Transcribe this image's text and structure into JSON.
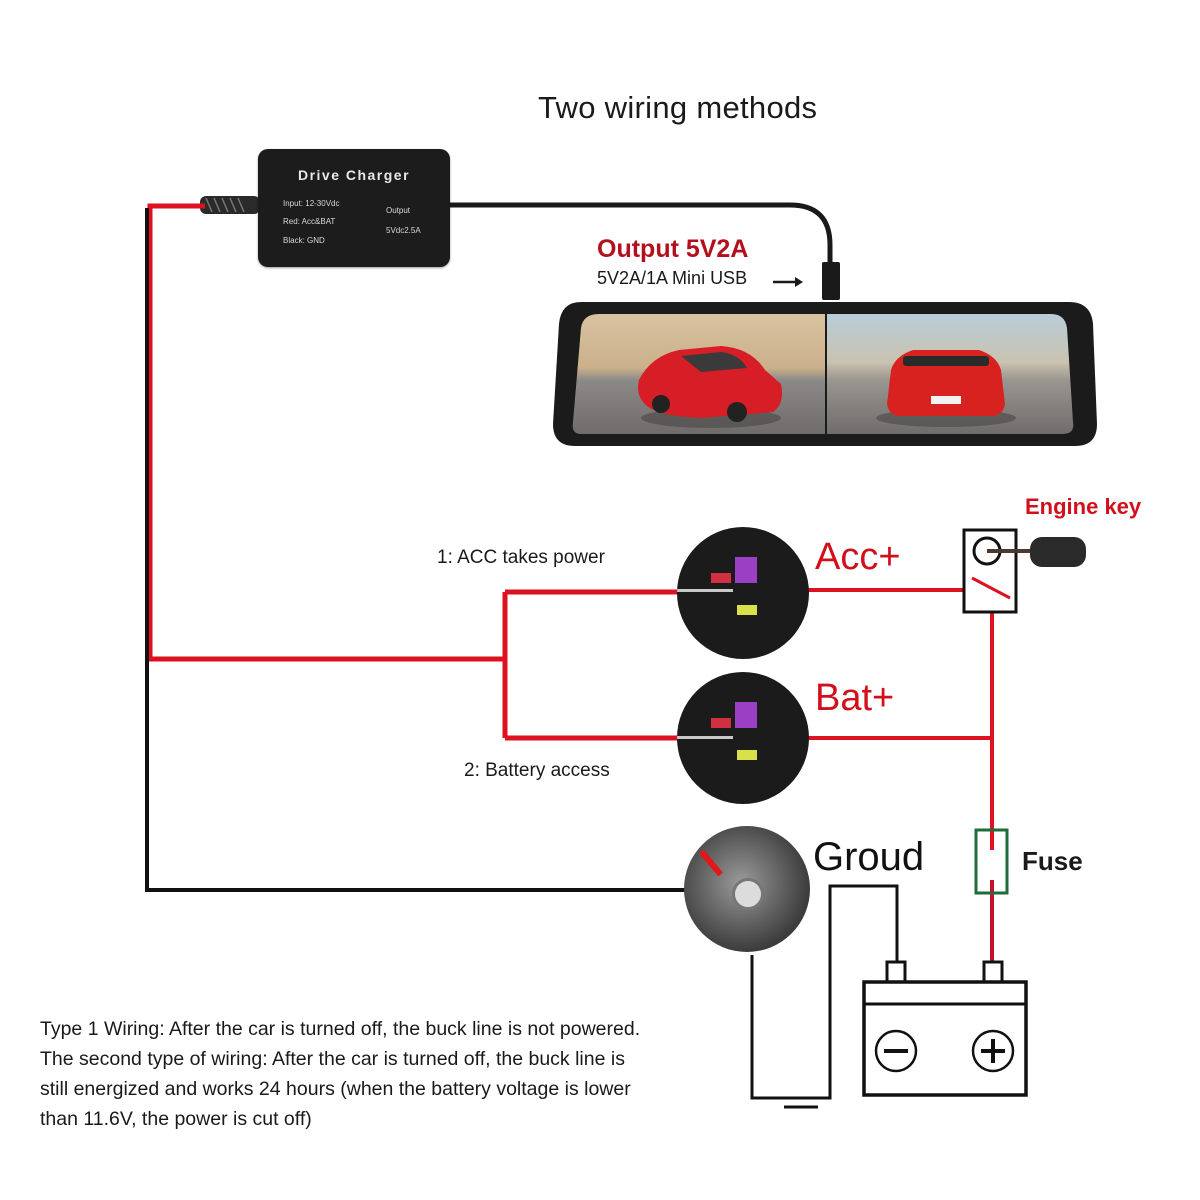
{
  "title": "Two wiring methods",
  "charger": {
    "name": "Drive Charger",
    "input": "Input: 12-30Vdc",
    "red": "Red: Acc&BAT",
    "black": "Black: GND",
    "output_label": "Output",
    "output_value": "5Vdc2.5A"
  },
  "output": {
    "title": "Output 5V2A",
    "subtitle": "5V2A/1A Mini USB"
  },
  "methods": [
    {
      "label": "1: ACC takes power",
      "terminal": "Acc+"
    },
    {
      "label": "2: Battery access",
      "terminal": "Bat+"
    }
  ],
  "engine_key_label": "Engine key",
  "ground_label": "Groud",
  "fuse_label": "Fuse",
  "battery": {
    "negative": "−",
    "positive": "+"
  },
  "notes": [
    "Type 1 Wiring: After the car is turned off, the buck line is not powered.",
    "The second type of wiring: After the car is turned off, the buck line is",
    "still energized and works 24 hours (when the battery voltage is lower",
    "than 11.6V, the power is cut off)"
  ],
  "colors": {
    "power_wire": "#dd1120",
    "ground_wire": "#111111",
    "label_red": "#d2101c",
    "output_red": "#b3101d",
    "fuse_green": "#1f6b3a"
  }
}
